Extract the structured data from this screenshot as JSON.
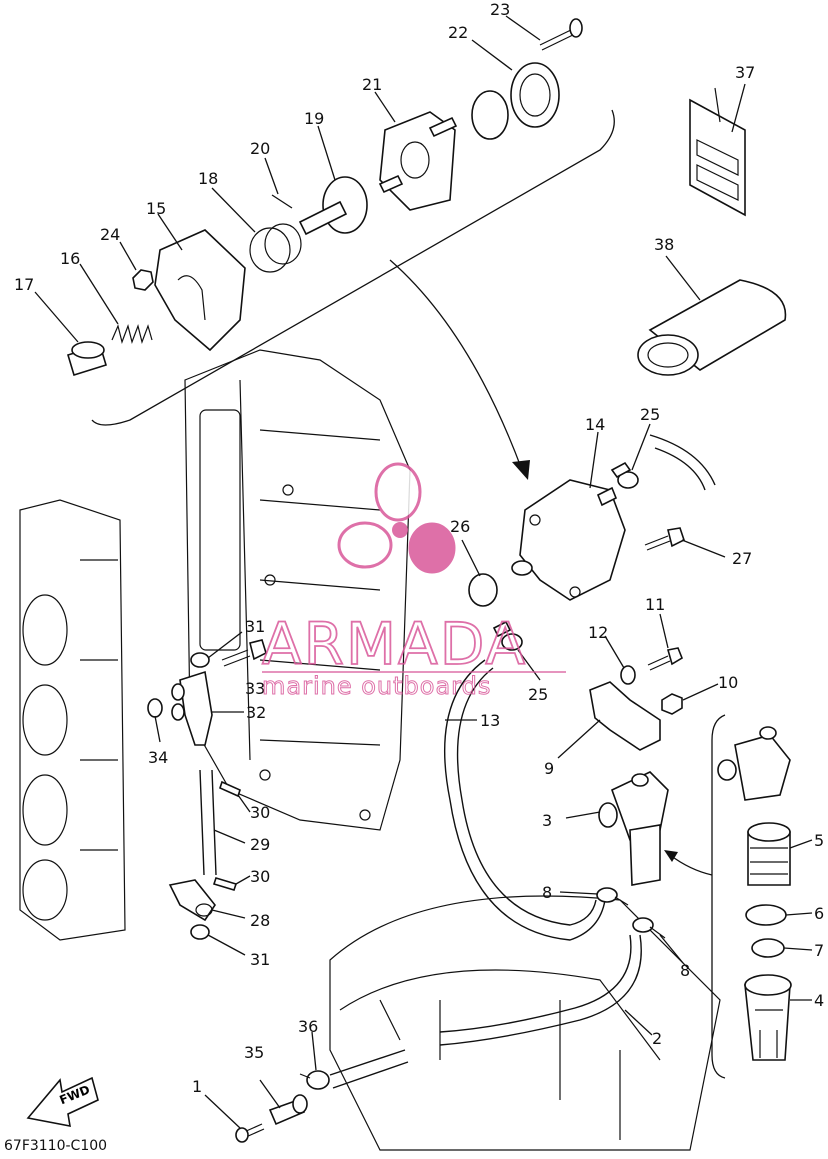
{
  "diagram_code": "67F3110-C100",
  "fwd_label": "FWD",
  "watermark": {
    "brand": "ARMADA",
    "tagline": "marine outboards",
    "color": "#d9589a"
  },
  "callouts": [
    "1",
    "2",
    "3",
    "4",
    "5",
    "6",
    "7",
    "8",
    "8",
    "9",
    "10",
    "11",
    "12",
    "13",
    "14",
    "15",
    "16",
    "17",
    "18",
    "19",
    "20",
    "21",
    "22",
    "23",
    "24",
    "25",
    "25",
    "26",
    "27",
    "28",
    "29",
    "30",
    "30",
    "31",
    "31",
    "32",
    "33",
    "34",
    "35",
    "36",
    "37",
    "38"
  ],
  "colors": {
    "line": "#111111",
    "background": "#ffffff",
    "watermark": "#d9589a"
  }
}
